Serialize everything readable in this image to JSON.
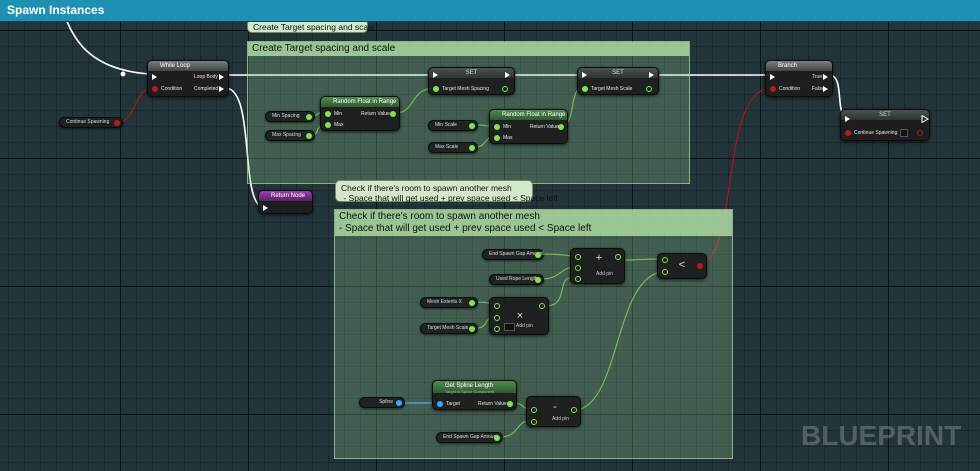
{
  "graph_title": "Spawn Instances",
  "watermark": "BLUEPRINT",
  "comments": {
    "spacing": "Create Target spacing and scale",
    "spacing_bubble": "Create Target spacing and scale",
    "room": "Check if there's room to spawn another mesh\n- Space that will get used + prev space used < Space left",
    "room_bubble": "Check if there's room to spawn another mesh\n - Space that will get used + prev space used < Space left"
  },
  "nodes": {
    "while_loop": {
      "title": "While Loop",
      "condition": "Condition",
      "loop_body": "Loop Body",
      "completed": "Completed"
    },
    "continue_spawning_getter": "Continue Spawning",
    "return_node": "Return Node",
    "random_spacing": {
      "title": "Random Float in Range",
      "min": "Min",
      "max": "Max",
      "return": "Return Value"
    },
    "min_spacing": "Min Spacing",
    "max_spacing": "Max Spacing",
    "set_spacing": {
      "title": "SET",
      "var": "Target Mesh Spacing"
    },
    "random_scale": {
      "title": "Random Float in Range",
      "min": "Min",
      "max": "Max",
      "return": "Return Value"
    },
    "min_scale": "Min Scale",
    "max_scale": "Max Scale",
    "set_scale": {
      "title": "SET",
      "var": "Target Mesh Scale"
    },
    "branch": {
      "title": "Branch",
      "condition": "Condition",
      "true": "True",
      "false": "False"
    },
    "set_continue": {
      "title": "SET",
      "var": "Continue Spawning"
    },
    "end_spawn_gap_1": "End Spawn Gap Amount",
    "used_rope_length": "Used Rope Length",
    "add_1": {
      "op": "+",
      "add_pin": "Add pin"
    },
    "less": {
      "op": "<"
    },
    "mesh_extents": "Mesh Extents X",
    "target_mesh_scale": "Target Mesh Scale",
    "multiply": {
      "op": "×",
      "add_pin": "Add pin"
    },
    "get_spline_length": {
      "title": "Get Spline Length",
      "subtitle": "Target is Spline Component",
      "target": "Target",
      "return": "Return Value"
    },
    "spline": "Spline",
    "subtract": {
      "op": "-",
      "add_pin": "Add pin"
    },
    "end_spawn_gap_2": "End Spawn Gap Amount"
  },
  "colors": {
    "exec": "#ffffff",
    "float": "#7fe352",
    "bool": "#b41c1c",
    "object": "#3aa7ff",
    "title_bar": "#1e90b4"
  }
}
